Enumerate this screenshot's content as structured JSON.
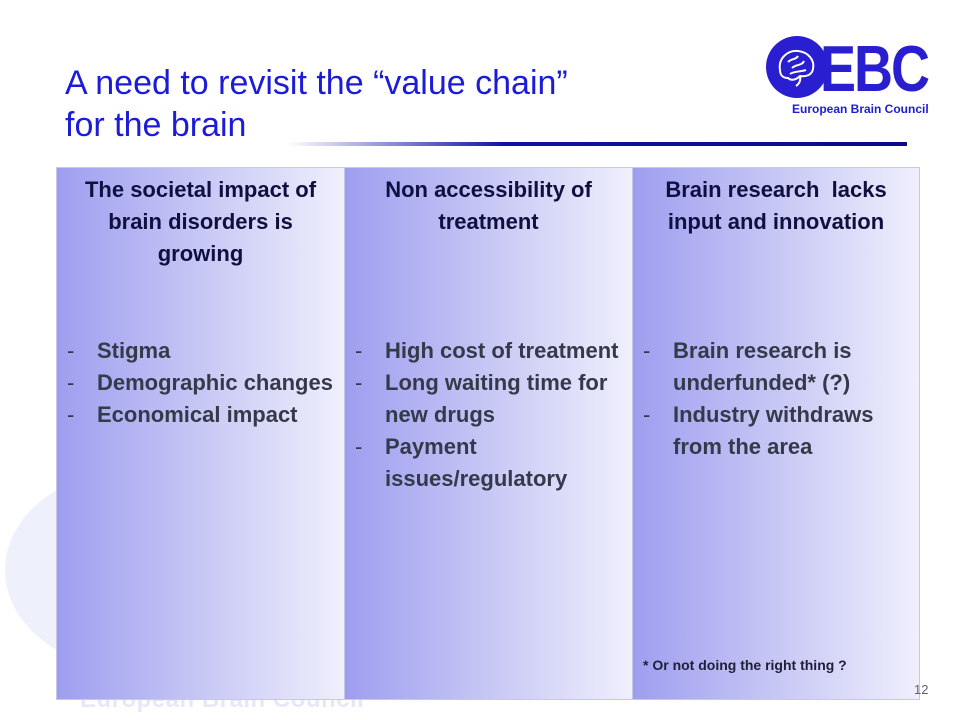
{
  "title": {
    "line1": "A need to revisit the “value chain”",
    "line2": "for the brain"
  },
  "logo": {
    "letters": "EBC",
    "subtitle": "European Brain Council"
  },
  "watermark": {
    "text": "European Brain Council"
  },
  "columns": [
    {
      "heading": "The societal impact of brain disorders is growing",
      "bullets": [
        "Stigma",
        "Demographic changes",
        "Economical impact"
      ]
    },
    {
      "heading": "Non accessibility of treatment",
      "bullets": [
        "High cost of treatment",
        "Long waiting time for new drugs",
        "Payment issues/regulatory"
      ]
    },
    {
      "heading": "Brain research  lacks input and innovation",
      "bullets": [
        "Brain research is underfunded* (?)",
        "Industry withdraws from the area"
      ],
      "footnote": "* Or not doing the right thing ?"
    }
  ],
  "page_number": "12",
  "bullet_marker": "-",
  "colors": {
    "title": "#1c1cd8",
    "logo": "#2a1fd0",
    "column_gradient_start": "#9e9ef0",
    "column_gradient_end": "#efeffd"
  }
}
